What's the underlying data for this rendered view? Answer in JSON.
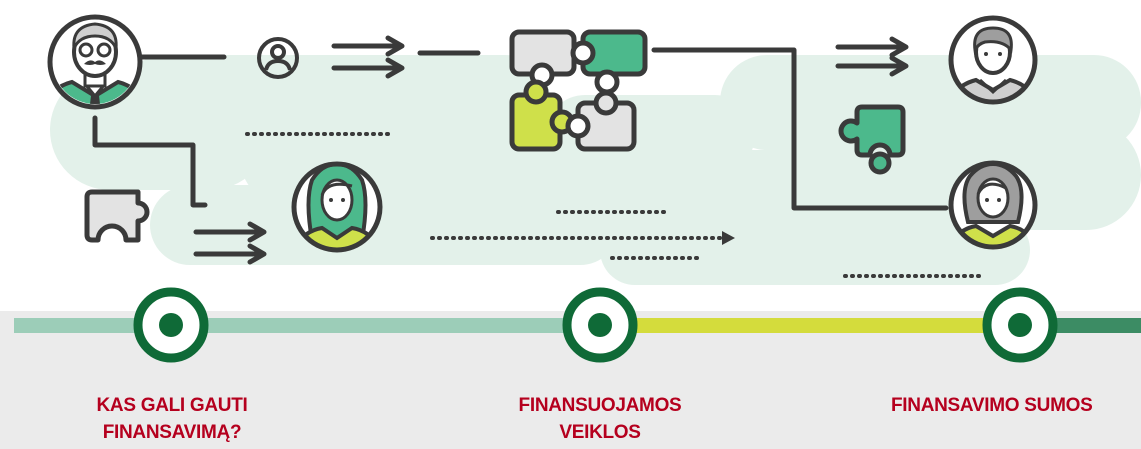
{
  "colors": {
    "cloud": "#e3f1ea",
    "track_left": "#9ccdb8",
    "track_mid": "#d4dc3c",
    "track_right": "#3c8c64",
    "marker_dark": "#0f6a37",
    "label_red": "#b5001e",
    "line_dark": "#3a3a3a",
    "teal": "#4cb98c",
    "lime": "#cfe04a",
    "grey_piece": "#e3e3e3",
    "background_band": "#ebebeb"
  },
  "icons": {
    "man_with_mustache": "businessman-icon",
    "small_user": "user-circle-icon",
    "puzzle_cluster": "puzzle-cluster-icon",
    "woman_teal": "woman-icon",
    "man_right": "man-icon",
    "woman_right": "woman-grey-hair-icon",
    "single_puzzle_left": "puzzle-piece-outline-icon",
    "single_puzzle_right": "puzzle-piece-teal-icon",
    "arrows": "double-arrow-icon"
  },
  "stages": [
    {
      "label": "KAS GALI GAUTI\nFINANSAVIMĄ?"
    },
    {
      "label": "FINANSUOJAMOS\nVEIKLOS"
    },
    {
      "label": "FINANSAVIMO SUMOS"
    }
  ]
}
